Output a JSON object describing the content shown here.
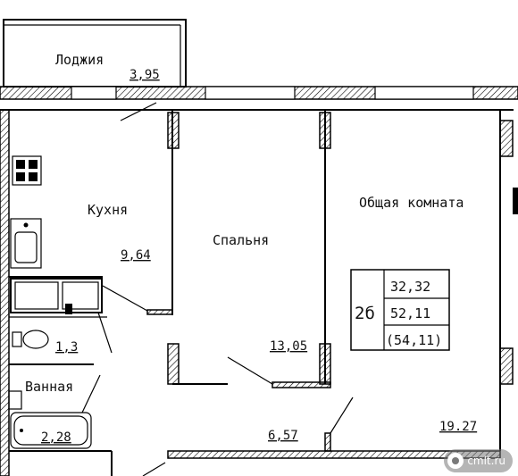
{
  "rooms": {
    "loggia": {
      "name": "Лоджия",
      "area": "3,95"
    },
    "kitchen": {
      "name": "Кухня",
      "area": "9,64"
    },
    "bedroom": {
      "name": "Спальня",
      "area": "13,05"
    },
    "living": {
      "name": "Общая комната",
      "area": "19.27"
    },
    "bath": {
      "name": "Ванная",
      "area": "2,28"
    },
    "wc": {
      "area": "1,3"
    },
    "hall": {
      "area": "6,57"
    }
  },
  "summary": {
    "type": "2б",
    "living_area": "32,32",
    "total_area": "52,11",
    "total_with_loggia": "(54,11)"
  },
  "watermark": {
    "text": "cmlt.ru"
  },
  "colors": {
    "line": "#000000",
    "background": "#ffffff"
  }
}
